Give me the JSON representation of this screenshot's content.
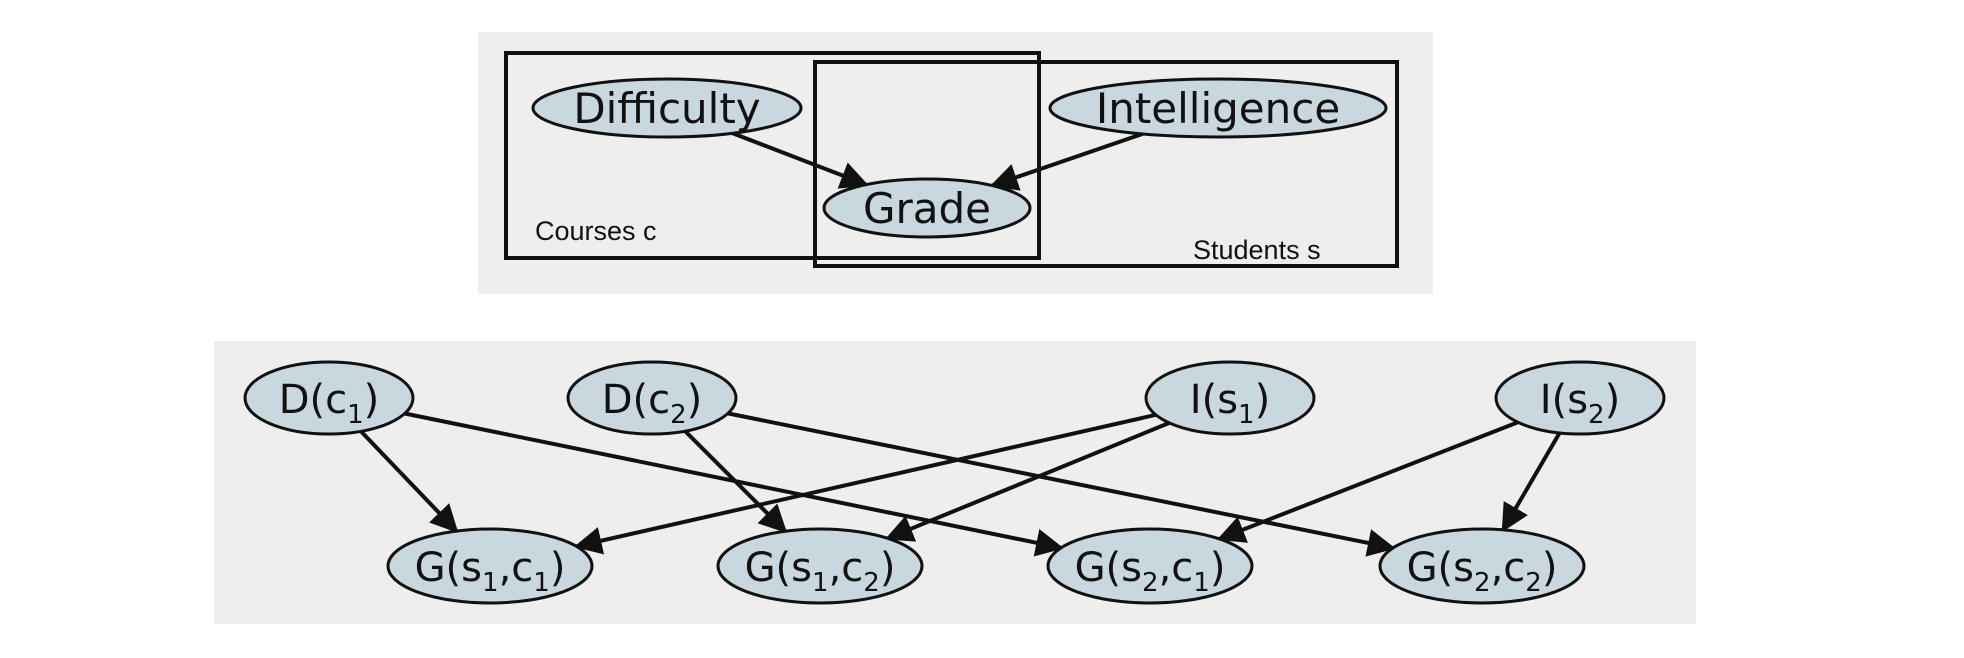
{
  "template": {
    "nodes": [
      {
        "id": "difficulty",
        "label": "Difficulty"
      },
      {
        "id": "intelligence",
        "label": "Intelligence"
      },
      {
        "id": "grade",
        "label": "Grade"
      }
    ],
    "edges": [
      {
        "from": "difficulty",
        "to": "grade"
      },
      {
        "from": "intelligence",
        "to": "grade"
      }
    ],
    "plates": [
      {
        "id": "courses",
        "label": "Courses c"
      },
      {
        "id": "students",
        "label": "Students s"
      }
    ]
  },
  "ground": {
    "nodes": [
      {
        "id": "d_c1",
        "main": "D(c",
        "sub": "1",
        "close": ")"
      },
      {
        "id": "d_c2",
        "main": "D(c",
        "sub": "2",
        "close": ")"
      },
      {
        "id": "i_s1",
        "main": "I(s",
        "sub": "1",
        "close": ")"
      },
      {
        "id": "i_s2",
        "main": "I(s",
        "sub": "2",
        "close": ")"
      },
      {
        "id": "g_s1_c1",
        "main": "G(s",
        "sub": "1",
        "mid": ",c",
        "sub2": "1",
        "close": ")"
      },
      {
        "id": "g_s1_c2",
        "main": "G(s",
        "sub": "1",
        "mid": ",c",
        "sub2": "2",
        "close": ")"
      },
      {
        "id": "g_s2_c1",
        "main": "G(s",
        "sub": "2",
        "mid": ",c",
        "sub2": "1",
        "close": ")"
      },
      {
        "id": "g_s2_c2",
        "main": "G(s",
        "sub": "2",
        "mid": ",c",
        "sub2": "2",
        "close": ")"
      }
    ],
    "edges": [
      {
        "from": "d_c1",
        "to": "g_s1_c1"
      },
      {
        "from": "d_c1",
        "to": "g_s2_c1"
      },
      {
        "from": "d_c2",
        "to": "g_s1_c2"
      },
      {
        "from": "d_c2",
        "to": "g_s2_c2"
      },
      {
        "from": "i_s1",
        "to": "g_s1_c1"
      },
      {
        "from": "i_s1",
        "to": "g_s1_c2"
      },
      {
        "from": "i_s2",
        "to": "g_s2_c1"
      },
      {
        "from": "i_s2",
        "to": "g_s2_c2"
      }
    ]
  },
  "colors": {
    "panel": "#eeeeef",
    "node_fill": "#c9d7de",
    "stroke": "#111111"
  }
}
